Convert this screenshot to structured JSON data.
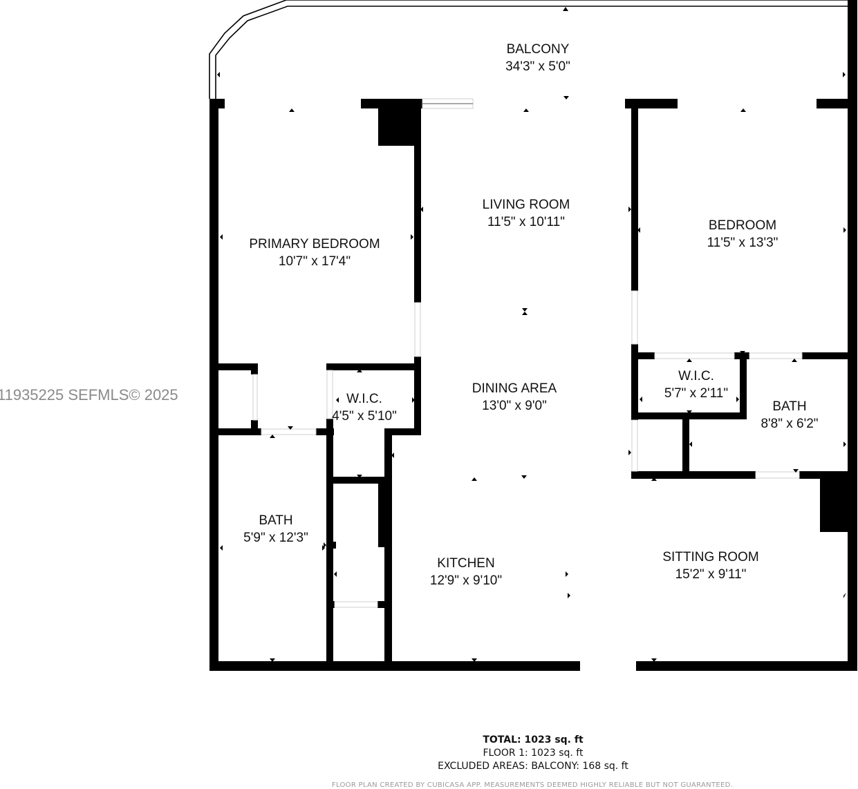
{
  "rooms": {
    "balcony": {
      "name": "BALCONY",
      "dims": "34'3\" x 5'0\""
    },
    "primary_bedroom": {
      "name": "PRIMARY BEDROOM",
      "dims": "10'7\" x 17'4\""
    },
    "living_room": {
      "name": "LIVING ROOM",
      "dims": "11'5\" x 10'11\""
    },
    "bedroom": {
      "name": "BEDROOM",
      "dims": "11'5\" x 13'3\""
    },
    "wic_primary": {
      "name": "W.I.C.",
      "dims": "4'5\" x 5'10\""
    },
    "dining_area": {
      "name": "DINING AREA",
      "dims": "13'0\" x 9'0\""
    },
    "wic_bedroom": {
      "name": "W.I.C.",
      "dims": "5'7\" x 2'11\""
    },
    "bath_bedroom": {
      "name": "BATH",
      "dims": "8'8\" x 6'2\""
    },
    "bath_primary": {
      "name": "BATH",
      "dims": "5'9\" x 12'3\""
    },
    "kitchen": {
      "name": "KITCHEN",
      "dims": "12'9\" x 9'10\""
    },
    "sitting_room": {
      "name": "SITTING ROOM",
      "dims": "15'2\" x 9'11\""
    }
  },
  "watermark": "11935225  SEFMLS© 2025",
  "summary": {
    "total": "TOTAL: 1023 sq. ft",
    "floor": "FLOOR 1: 1023 sq. ft",
    "excluded": "EXCLUDED AREAS: BALCONY: 168 sq. ft"
  },
  "disclaimer": "FLOOR PLAN CREATED BY CUBICASA APP. MEASUREMENTS DEEMED HIGHLY RELIABLE BUT NOT GUARANTEED.",
  "colors": {
    "wall": "#000000",
    "background": "#ffffff",
    "watermark": "#8a8a8a"
  }
}
